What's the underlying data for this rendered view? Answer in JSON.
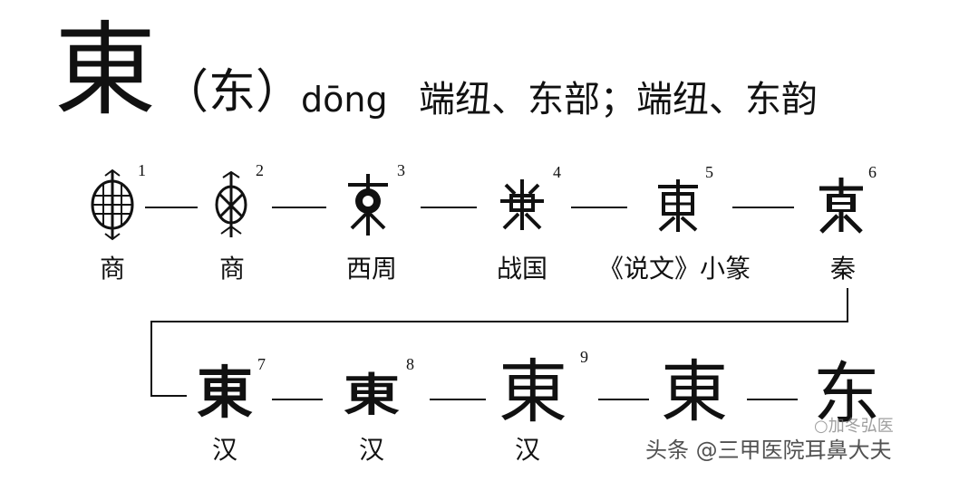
{
  "header": {
    "character": "東",
    "simplified": "（东）",
    "pinyin": "dōng",
    "rhyme_info": "端纽、东部；端纽、东韵"
  },
  "row1": [
    {
      "num": "1",
      "label": "商",
      "glyph": "東"
    },
    {
      "num": "2",
      "label": "商",
      "glyph": "東"
    },
    {
      "num": "3",
      "label": "西周",
      "glyph": "東"
    },
    {
      "num": "4",
      "label": "战国",
      "glyph": "東"
    },
    {
      "num": "5",
      "label": "《说文》小篆",
      "glyph": "東"
    },
    {
      "num": "6",
      "label": "秦",
      "glyph": "東"
    }
  ],
  "row2": [
    {
      "num": "7",
      "label": "汉",
      "glyph": "東"
    },
    {
      "num": "8",
      "label": "汉",
      "glyph": "東"
    },
    {
      "num": "9",
      "label": "汉",
      "glyph": "東"
    },
    {
      "num": "",
      "label": "",
      "glyph": "東"
    },
    {
      "num": "",
      "label": "",
      "glyph": "东"
    }
  ],
  "watermark": {
    "text": "头条 @三甲医院耳鼻大夫",
    "top_text": "○加冬弘医"
  }
}
